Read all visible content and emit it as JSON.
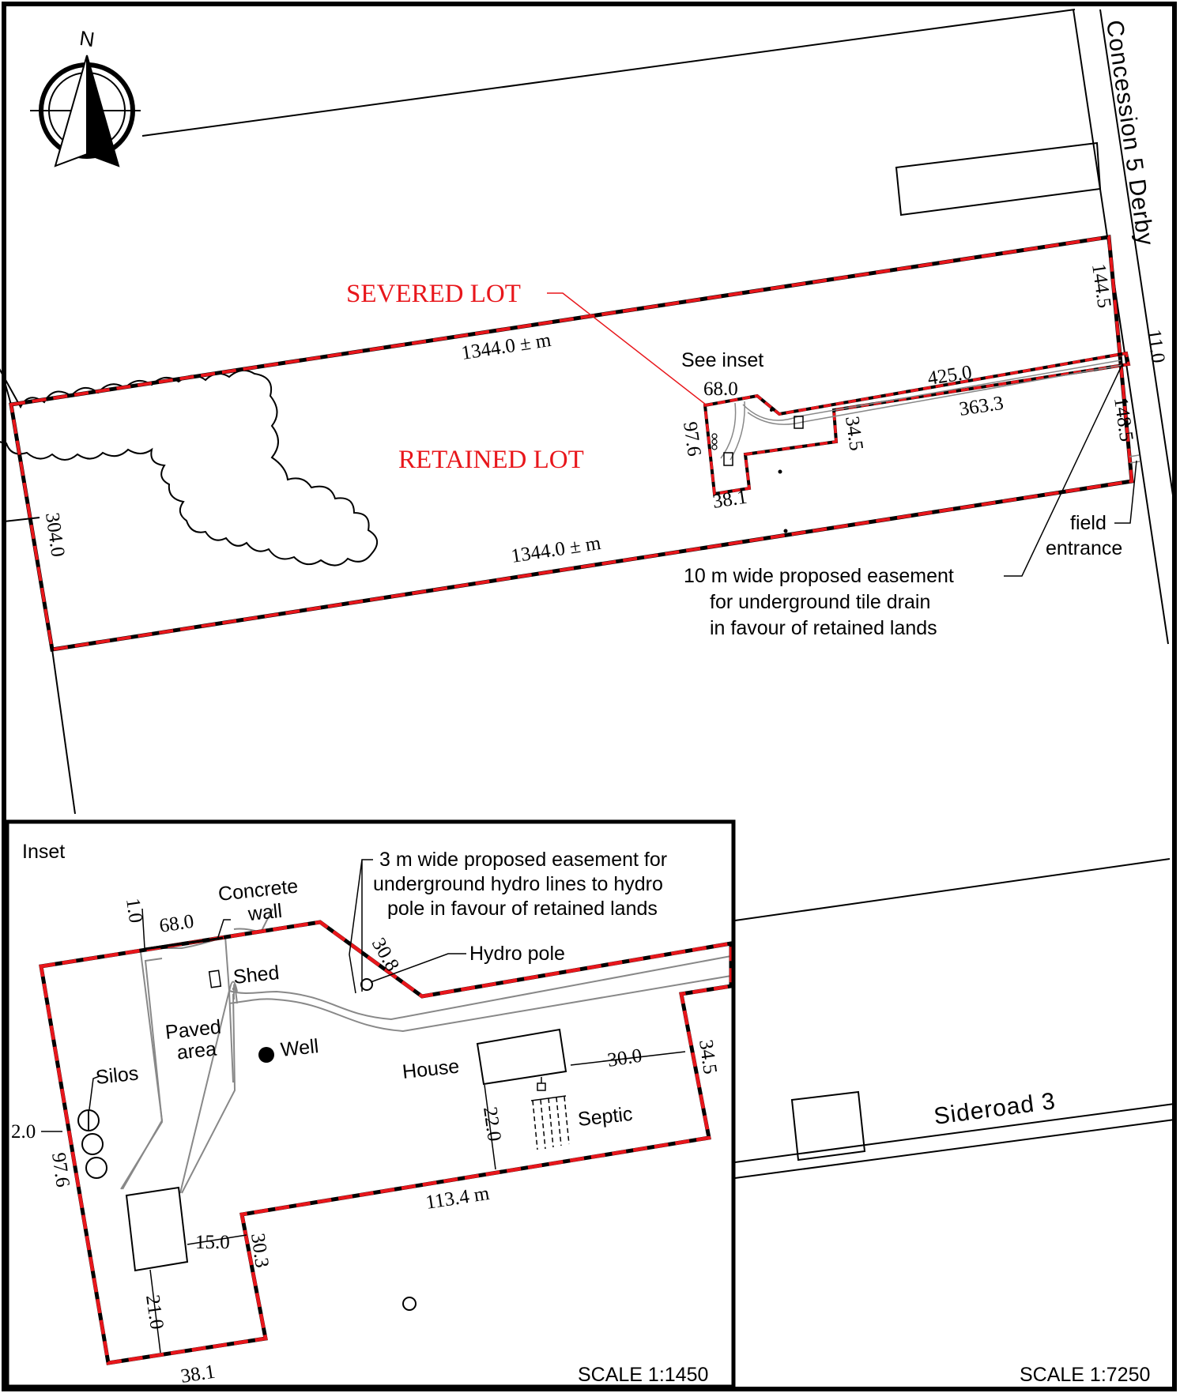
{
  "north_label": "N",
  "road_concession": "Concession 5 Derby",
  "road_sideroad": "Sideroad 3",
  "severed_lot_label": "SEVERED LOT",
  "retained_lot_label": "RETAINED LOT",
  "see_inset": "See inset",
  "main_dims": {
    "top_frontage": "1344.0 ± m",
    "bottom_frontage": "1344.0 ± m",
    "west_depth": "304.0",
    "severed_front": "68.0",
    "severed_side": "97.6",
    "severed_rear": "38.1",
    "severed_step": "34.5",
    "easement_length": "425.0",
    "lane_length": "363.3",
    "north_road_segment": "144.5",
    "lane_width": "11.0",
    "south_road_segment": "148.5"
  },
  "field_entrance_lines": [
    "field",
    "entrance"
  ],
  "easement_note_lines": [
    "10 m wide proposed easement",
    "for underground tile drain",
    "in favour of retained lands"
  ],
  "inset": {
    "title": "Inset",
    "concrete_wall_lines": [
      "Concrete",
      "wall"
    ],
    "hydro_easement_lines": [
      "3 m wide proposed easement for",
      "underground hydro lines to hydro",
      "pole in favour of retained lands"
    ],
    "hydro_pole": "Hydro pole",
    "shed": "Shed",
    "paved_area_lines": [
      "Paved",
      "area"
    ],
    "well": "Well",
    "silos": "Silos",
    "house": "House",
    "septic": "Septic",
    "dims": {
      "wall_offset": "1.0",
      "frontage": "68.0",
      "easement": "30.8",
      "silo_offset": "2.0",
      "side": "97.6",
      "house_offset": "30.0",
      "step": "34.5",
      "septic_offset": "22.0",
      "rear_long": "113.4 m",
      "barn_offset": "15.0",
      "inner_step": "30.3",
      "barn_rear": "21.0",
      "rear_short": "38.1"
    },
    "scale": "SCALE 1:1450"
  },
  "main_scale": "SCALE 1:7250",
  "colors": {
    "lot_boundary": "#e8161b",
    "labels_red": "#e8161b",
    "linework": "#000000"
  }
}
